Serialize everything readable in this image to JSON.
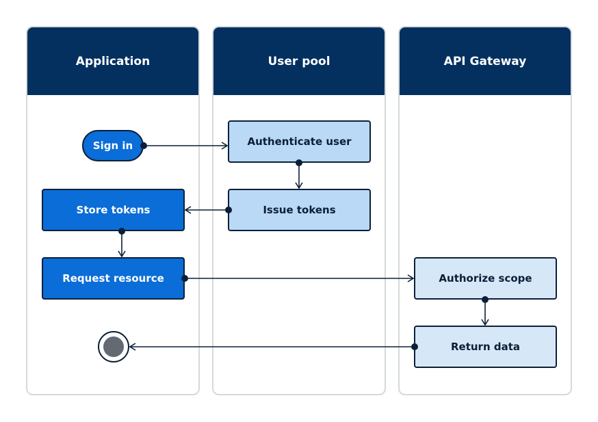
{
  "lanes": {
    "application": "Application",
    "user_pool": "User pool",
    "api_gateway": "API Gateway"
  },
  "nodes": {
    "sign_in": "Sign in",
    "store_tokens": "Store tokens",
    "request_resource": "Request resource",
    "authenticate_user": "Authenticate user",
    "issue_tokens": "Issue tokens",
    "authorize_scope": "Authorize scope",
    "return_data": "Return data"
  },
  "colors": {
    "header": "#03305f",
    "primary_node": "#0a6dd8",
    "user_pool_node": "#b9d9f6",
    "api_node": "#d6e8f8",
    "end_node": "#646a72"
  }
}
